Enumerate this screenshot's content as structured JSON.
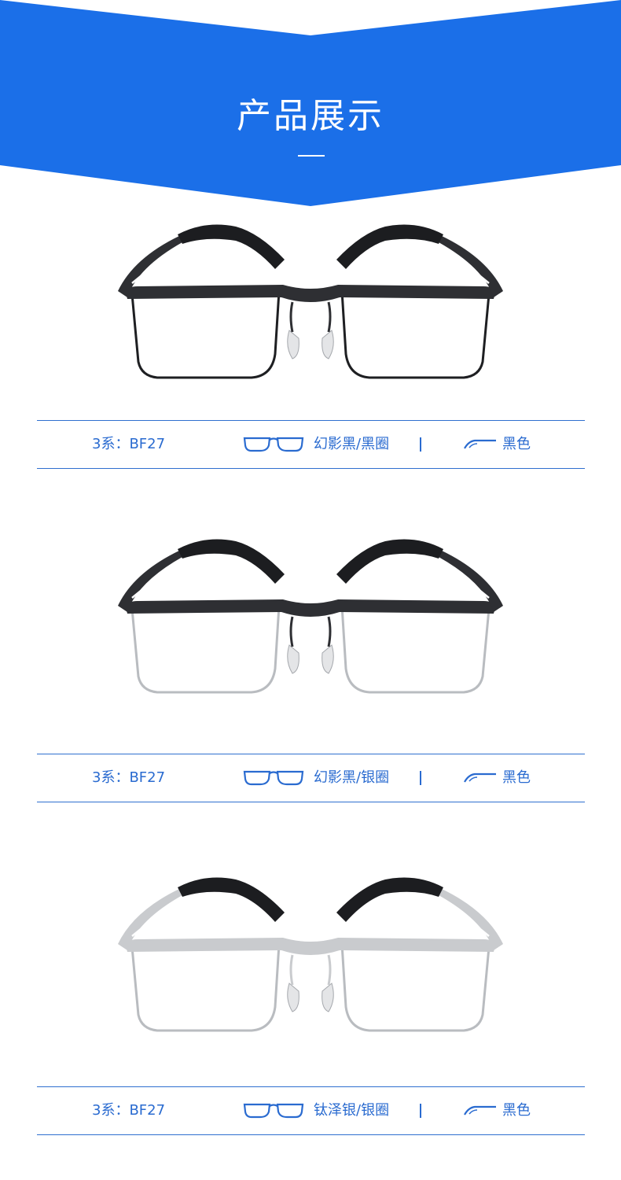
{
  "header": {
    "title": "产品展示",
    "banner_color": "#1b6fe8"
  },
  "products": [
    {
      "frame_color": "#2e2f33",
      "rim": "black",
      "series": "3系：BF27",
      "frame_color_name": "幻影黑/黑圈",
      "temple_color_name": "黑色"
    },
    {
      "frame_color": "#2e2f33",
      "rim": "silver",
      "series": "3系：BF27",
      "frame_color_name": "幻影黑/银圈",
      "temple_color_name": "黑色"
    },
    {
      "frame_color": "#c9cbce",
      "rim": "silver",
      "series": "3系：BF27",
      "frame_color_name": "钛泽银/银圈",
      "temple_color_name": "黑色"
    }
  ],
  "icons": {
    "frame": "glasses-frame-icon",
    "temple": "temple-arm-icon"
  },
  "accent_color": "#2a6bd0"
}
